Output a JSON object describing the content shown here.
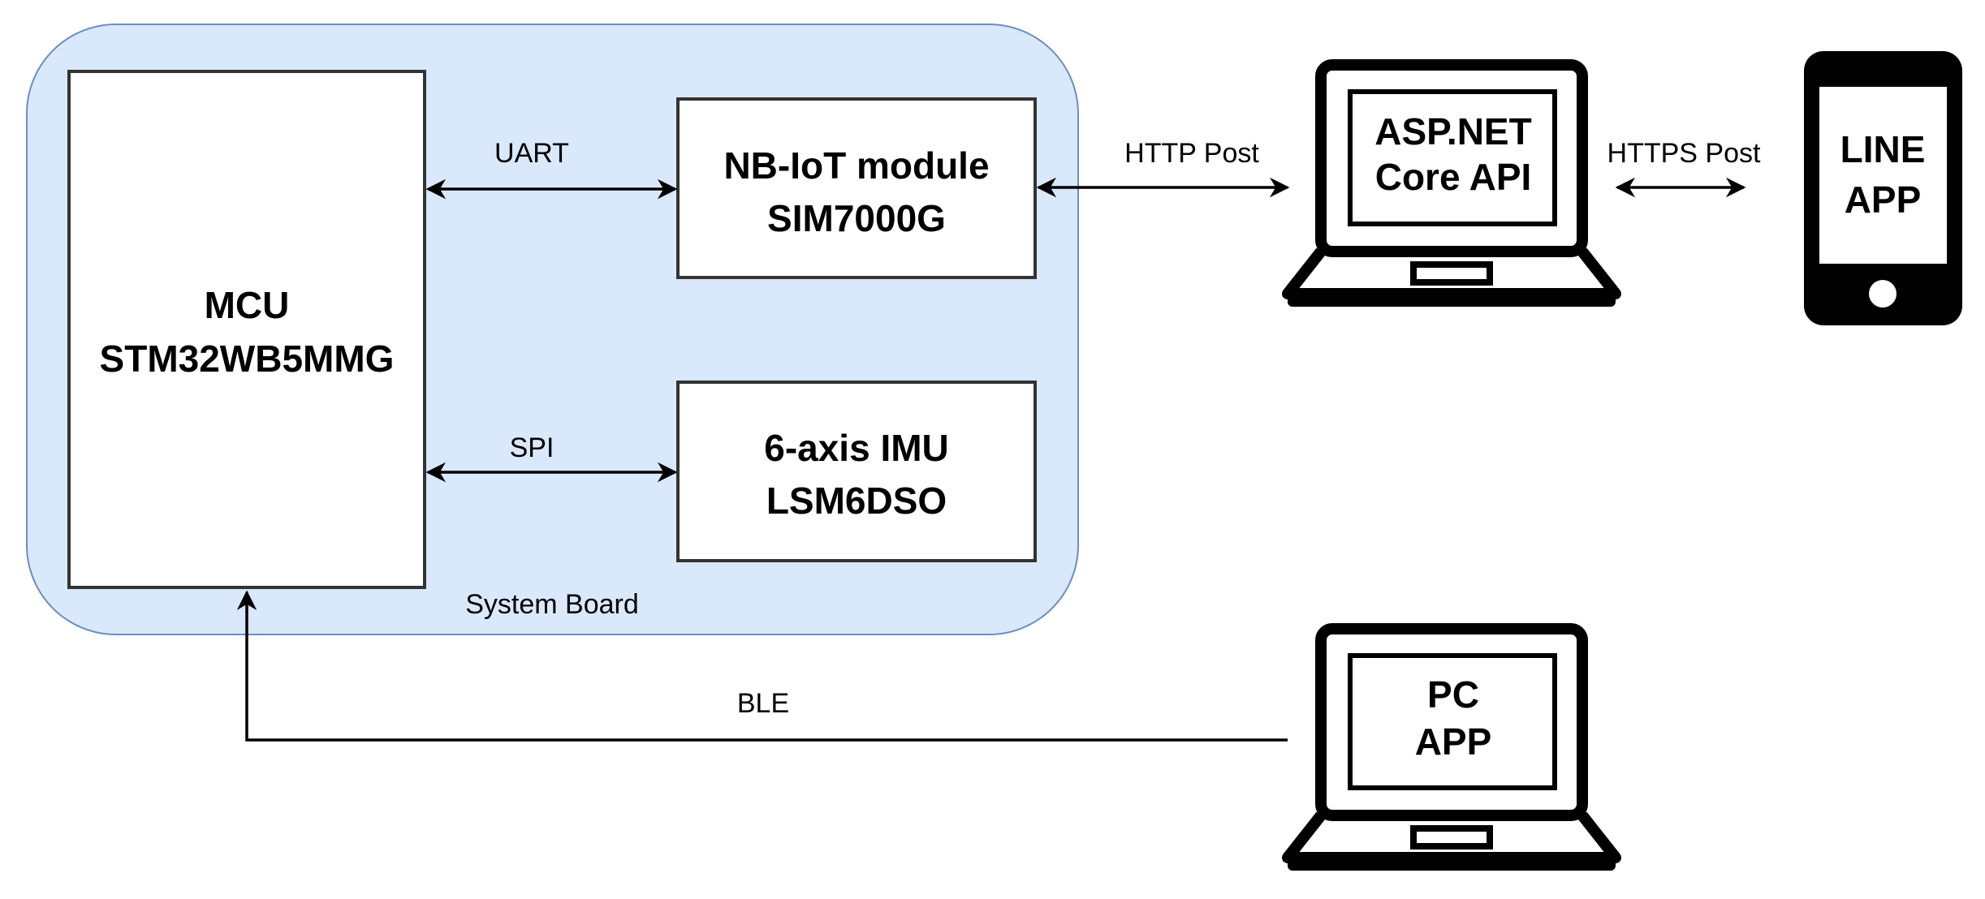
{
  "board": {
    "label": "System Board",
    "fill": "#dae8fc",
    "stroke": "#6c8ebf"
  },
  "mcu": {
    "line1": "MCU",
    "line2": "STM32WB5MMG"
  },
  "nbiot": {
    "line1": "NB-IoT module",
    "line2": "SIM7000G"
  },
  "imu": {
    "line1": "6-axis IMU",
    "line2": "LSM6DSO"
  },
  "server": {
    "line1": "ASP.NET",
    "line2": "Core API",
    "icon": "laptop-icon"
  },
  "phone": {
    "line1": "LINE",
    "line2": "APP",
    "icon": "smartphone-icon"
  },
  "pc": {
    "line1": "PC",
    "line2": "APP",
    "icon": "laptop-icon"
  },
  "edges": {
    "uart": "UART",
    "spi": "SPI",
    "http": "HTTP Post",
    "https": "HTTPS Post",
    "ble": "BLE"
  }
}
